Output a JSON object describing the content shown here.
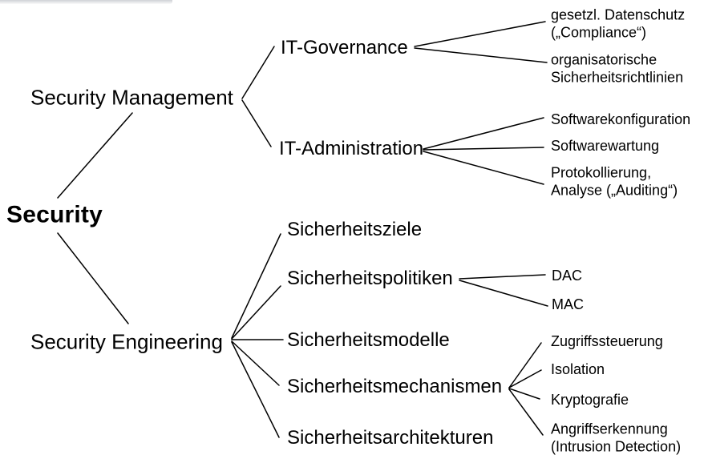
{
  "diagram": {
    "background_color": "#ffffff",
    "line_color": "#000000",
    "text_color": "#000000",
    "type": "mind-map-tree",
    "tree": {
      "label": "Security",
      "children": [
        {
          "label": "Security Management",
          "children": [
            {
              "label": "IT-Governance",
              "children": [
                {
                  "label": "gesetzl. Datenschutz\n(„Compliance“)"
                },
                {
                  "label": "organisatorische\nSicherheitsrichtlinien"
                }
              ]
            },
            {
              "label": "IT-Administration",
              "children": [
                {
                  "label": "Softwarekonfiguration"
                },
                {
                  "label": "Softwarewartung"
                },
                {
                  "label": "Protokollierung,\nAnalyse („Auditing“)"
                }
              ]
            }
          ]
        },
        {
          "label": "Security Engineering",
          "children": [
            {
              "label": "Sicherheitsziele",
              "children": []
            },
            {
              "label": "Sicherheitspolitiken",
              "children": [
                {
                  "label": "DAC"
                },
                {
                  "label": "MAC"
                }
              ]
            },
            {
              "label": "Sicherheitsmodelle",
              "children": []
            },
            {
              "label": "Sicherheitsmechanismen",
              "children": [
                {
                  "label": "Zugriffssteuerung"
                },
                {
                  "label": "Isolation"
                },
                {
                  "label": "Kryptografie"
                },
                {
                  "label": "Angriffserkennung\n(Intrusion Detection)"
                }
              ]
            },
            {
              "label": "Sicherheitsarchitekturen",
              "children": []
            }
          ]
        }
      ]
    }
  }
}
